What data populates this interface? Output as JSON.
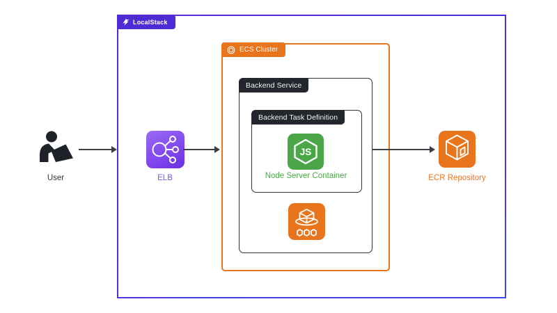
{
  "localstack": {
    "label": "LocalStack"
  },
  "ecs_cluster": {
    "label": "ECS Cluster"
  },
  "backend_service": {
    "label": "Backend Service"
  },
  "task_definition": {
    "label": "Backend Task Definition"
  },
  "nodes": {
    "user": {
      "label": "User"
    },
    "elb": {
      "label": "ELB"
    },
    "node_container": {
      "label": "Node Server Container"
    },
    "ecr": {
      "label": "ECR Repository"
    }
  },
  "icons": {
    "localstack_logo": "localstack-logo-icon",
    "ecs_cluster": "ecs-cluster-icon",
    "user": "person-at-laptop-icon",
    "elb": "load-balancer-icon",
    "nodejs": "nodejs-hexagon-icon",
    "ecs_service": "ecs-containers-icon",
    "ecr": "ecr-cube-icon"
  },
  "colors": {
    "localstack_purple": "#4E2BD4",
    "outer_border_gradient_end": "#4046E6",
    "aws_orange": "#E8741C",
    "node_green": "#4BA648",
    "elb_label_purple": "#7A55F0",
    "dark_label_bg": "#23262C",
    "arrow": "#3A3F45"
  },
  "edges": [
    {
      "from": "User",
      "to": "ELB"
    },
    {
      "from": "ELB",
      "to": "ECS Cluster"
    },
    {
      "from": "Backend Service",
      "to": "ECR Repository"
    }
  ]
}
